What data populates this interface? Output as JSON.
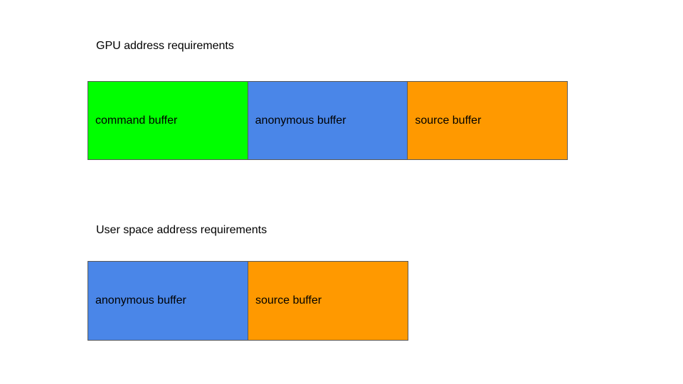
{
  "colors": {
    "background": "#ffffff",
    "border": "#595959",
    "text": "#000000",
    "green": "#00ff00",
    "blue": "#4a86e8",
    "orange": "#ff9900"
  },
  "sections": [
    {
      "title": "GPU address requirements",
      "boxes": [
        {
          "label": "command buffer",
          "color": "#00ff00"
        },
        {
          "label": "anonymous buffer",
          "color": "#4a86e8"
        },
        {
          "label": "source buffer",
          "color": "#ff9900"
        }
      ]
    },
    {
      "title": "User space address requirements",
      "boxes": [
        {
          "label": "anonymous buffer",
          "color": "#4a86e8"
        },
        {
          "label": "source buffer",
          "color": "#ff9900"
        }
      ]
    }
  ]
}
